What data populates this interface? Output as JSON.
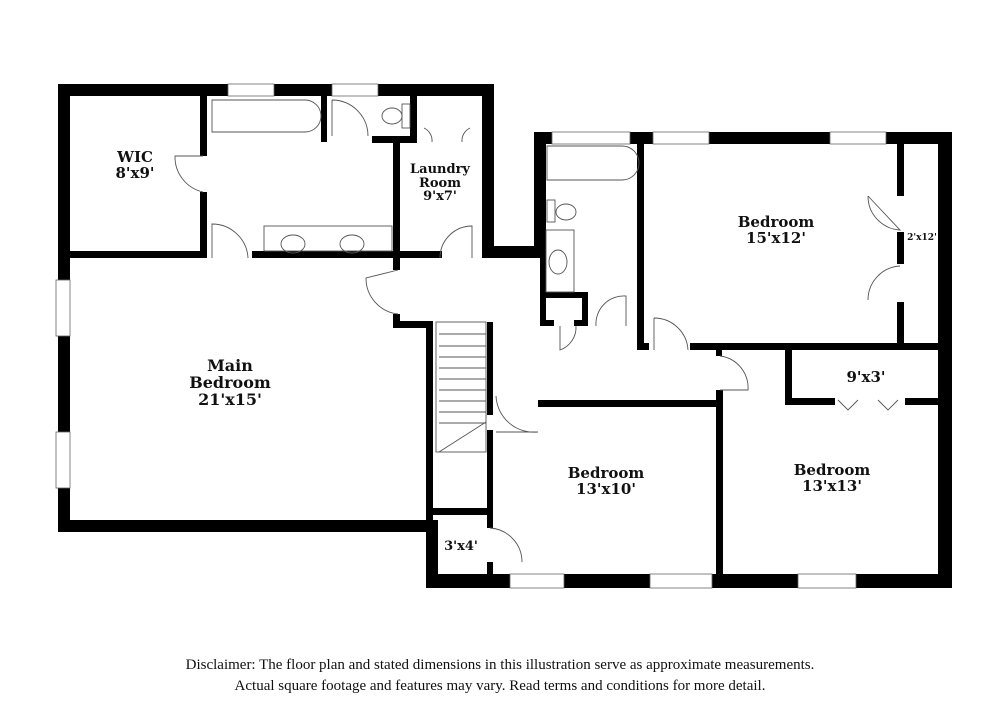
{
  "floor_plan": {
    "rooms": [
      {
        "id": "wic",
        "name": "WIC",
        "dimensions": "8'x9'"
      },
      {
        "id": "laundry",
        "name_line1": "Laundry",
        "name_line2": "Room",
        "dimensions": "9'x7'"
      },
      {
        "id": "bedroom_ne",
        "name": "Bedroom",
        "dimensions": "15'x12'"
      },
      {
        "id": "closet_ne",
        "dimensions": "2'x12'"
      },
      {
        "id": "main_bedroom",
        "name_line1": "Main",
        "name_line2": "Bedroom",
        "dimensions": "21'x15'"
      },
      {
        "id": "closet_9x3",
        "dimensions": "9'x3'"
      },
      {
        "id": "bedroom_s",
        "name": "Bedroom",
        "dimensions": "13'x10'"
      },
      {
        "id": "bedroom_se",
        "name": "Bedroom",
        "dimensions": "13'x13'"
      },
      {
        "id": "closet_3x4",
        "dimensions": "3'x4'"
      }
    ],
    "icons": [
      "bathtub-icon",
      "toilet-icon",
      "sink-icon",
      "stairs-icon",
      "window-icon",
      "door-icon"
    ]
  },
  "disclaimer": {
    "line1": "Disclaimer: The floor plan and stated dimensions in this illustration serve as approximate measurements.",
    "line2": "Actual square footage and features may vary. Read terms and conditions for more detail."
  },
  "colors": {
    "wall": "#000000",
    "background": "#ffffff",
    "fixture_line": "#555555"
  }
}
